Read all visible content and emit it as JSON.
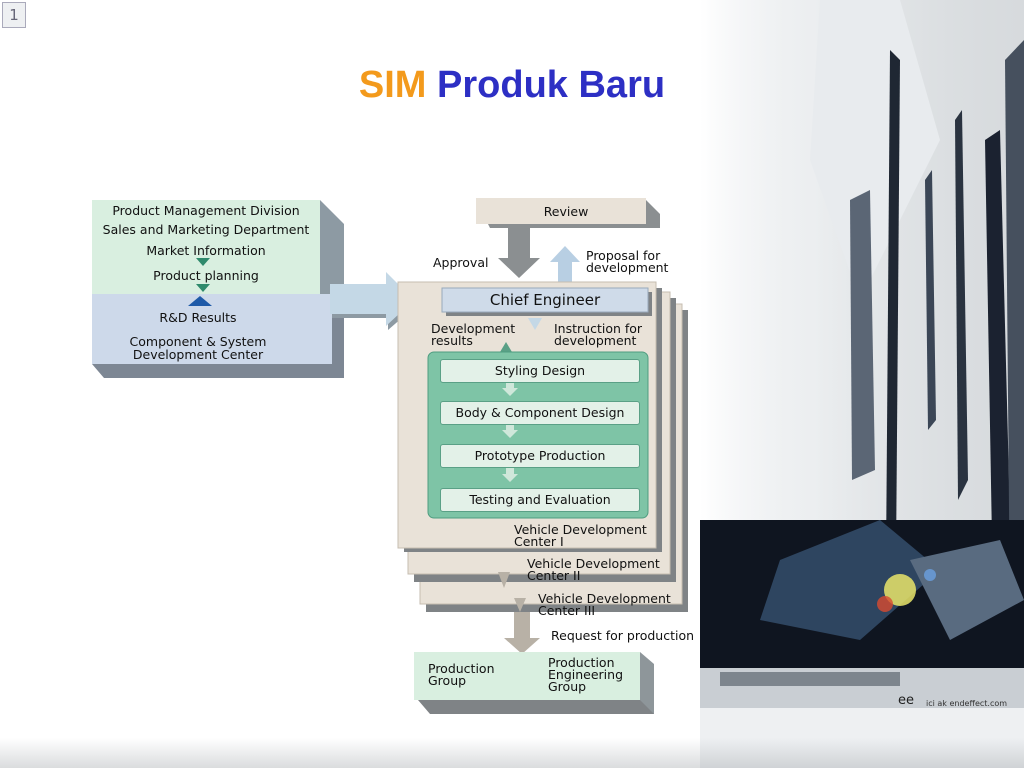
{
  "slide_number": "1",
  "title": {
    "part1": "SIM",
    "part2": "Produk Baru"
  },
  "colors": {
    "title_sim": "#f39a1c",
    "title_rest": "#2d2fc4",
    "green_box": "#d9efe0",
    "blue_box": "#cdd9ea",
    "beige_box": "#e9e2d8",
    "teal_panel": "#7ec4a6"
  },
  "left_block": {
    "line1": "Product Management Division",
    "line2": "Sales and Marketing Department",
    "line3": "Market Information",
    "line4": "Product planning",
    "line5": "R&D Results",
    "line6": "Component & System",
    "line7": "Development Center"
  },
  "review": {
    "label": "Review",
    "approval": "Approval",
    "proposal_line1": "Proposal for",
    "proposal_line2": "development"
  },
  "chief_engineer": "Chief Engineer",
  "dev_results": {
    "line1": "Development",
    "line2": "results"
  },
  "instruction": {
    "line1": "Instruction for",
    "line2": "development"
  },
  "steps": [
    "Styling Design",
    "Body & Component Design",
    "Prototype Production",
    "Testing and Evaluation"
  ],
  "centers": [
    {
      "line1": "Vehicle Development",
      "line2": "Center I"
    },
    {
      "line1": "Vehicle Development",
      "line2": "Center II"
    },
    {
      "line1": "Vehicle Development",
      "line2": "Center III"
    }
  ],
  "request": "Request for production",
  "production_group": {
    "line1": "Production",
    "line2": "Group"
  },
  "production_engineering": {
    "line1": "Production",
    "line2": "Engineering",
    "line3": "Group"
  },
  "bg_text": "ee",
  "bg_url": "ici ak endeffect.com"
}
